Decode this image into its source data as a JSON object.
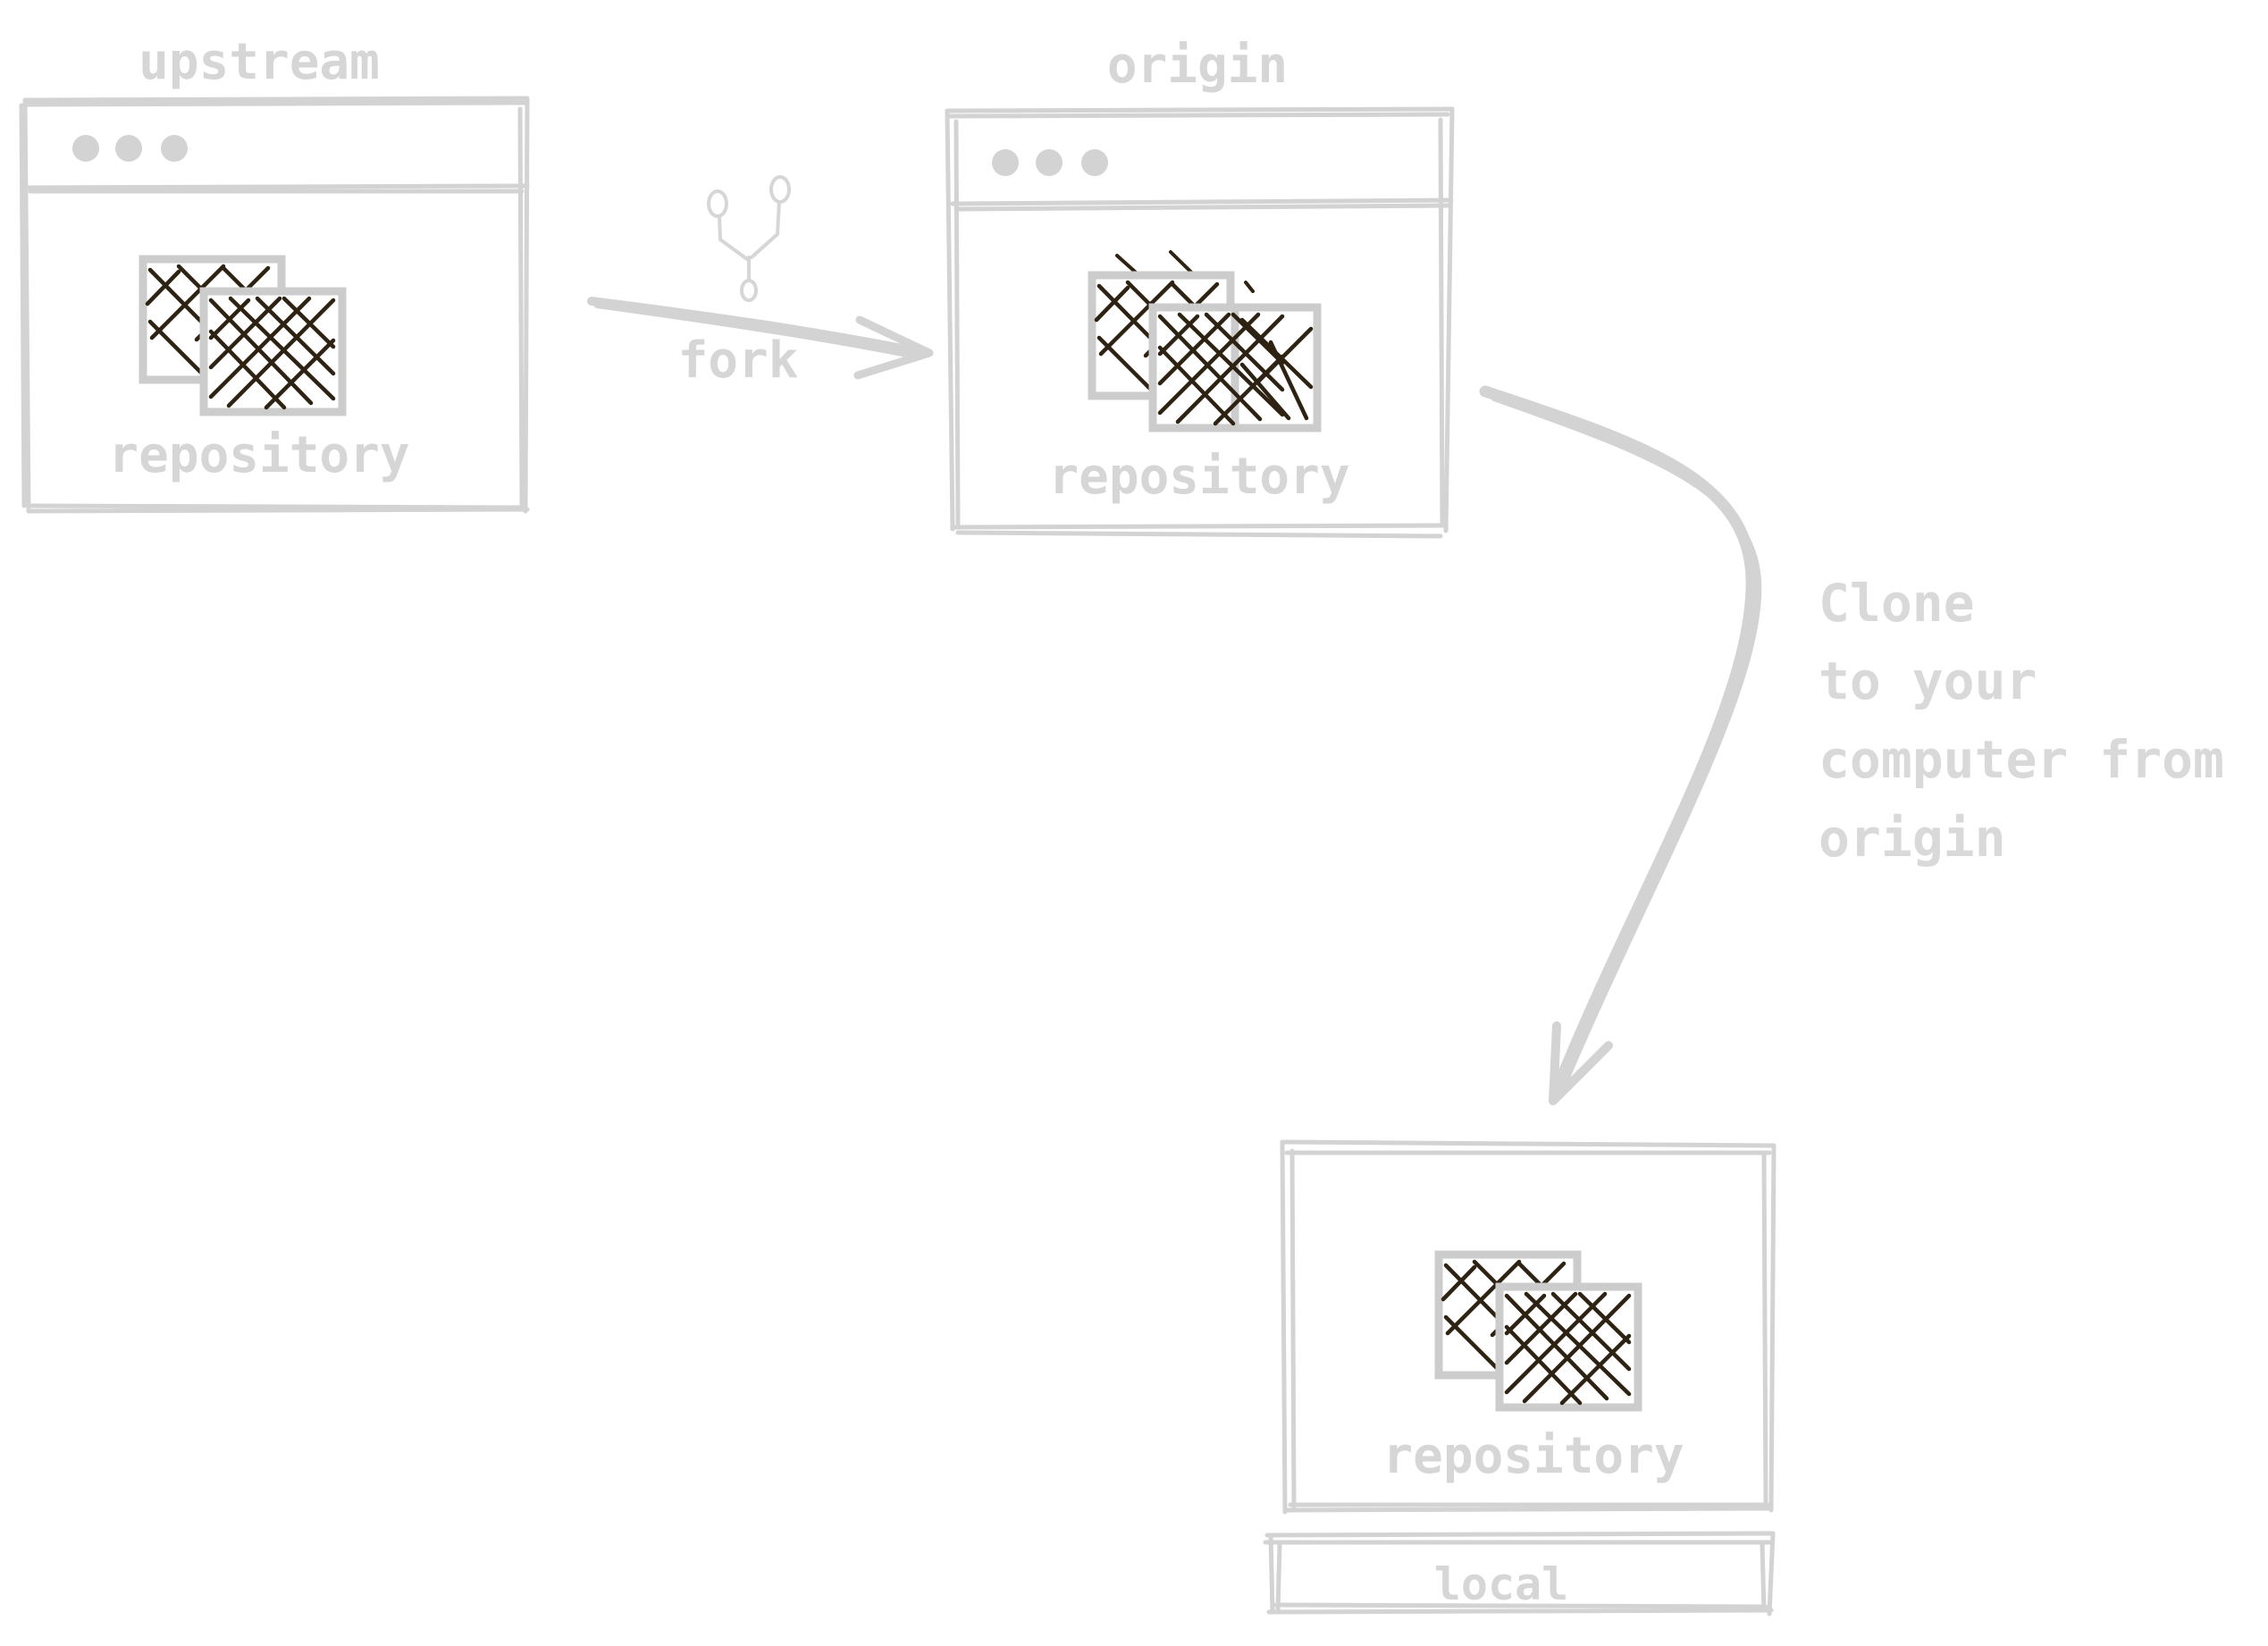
{
  "colors": {
    "stroke": "#d3d3d3",
    "label": "#d6d6d6",
    "hatch": "#2e2212",
    "background": "#ffffff"
  },
  "windows": {
    "upstream": {
      "title": "upstream",
      "content_label": "repository"
    },
    "origin": {
      "title": "origin",
      "content_label": "repository"
    },
    "local": {
      "title": "local",
      "content_label": "repository"
    }
  },
  "arrows": {
    "fork": {
      "label": "fork",
      "icon": "git-fork-icon"
    },
    "clone": {
      "lines": [
        "Clone",
        "to your",
        "computer from",
        "origin"
      ]
    }
  }
}
